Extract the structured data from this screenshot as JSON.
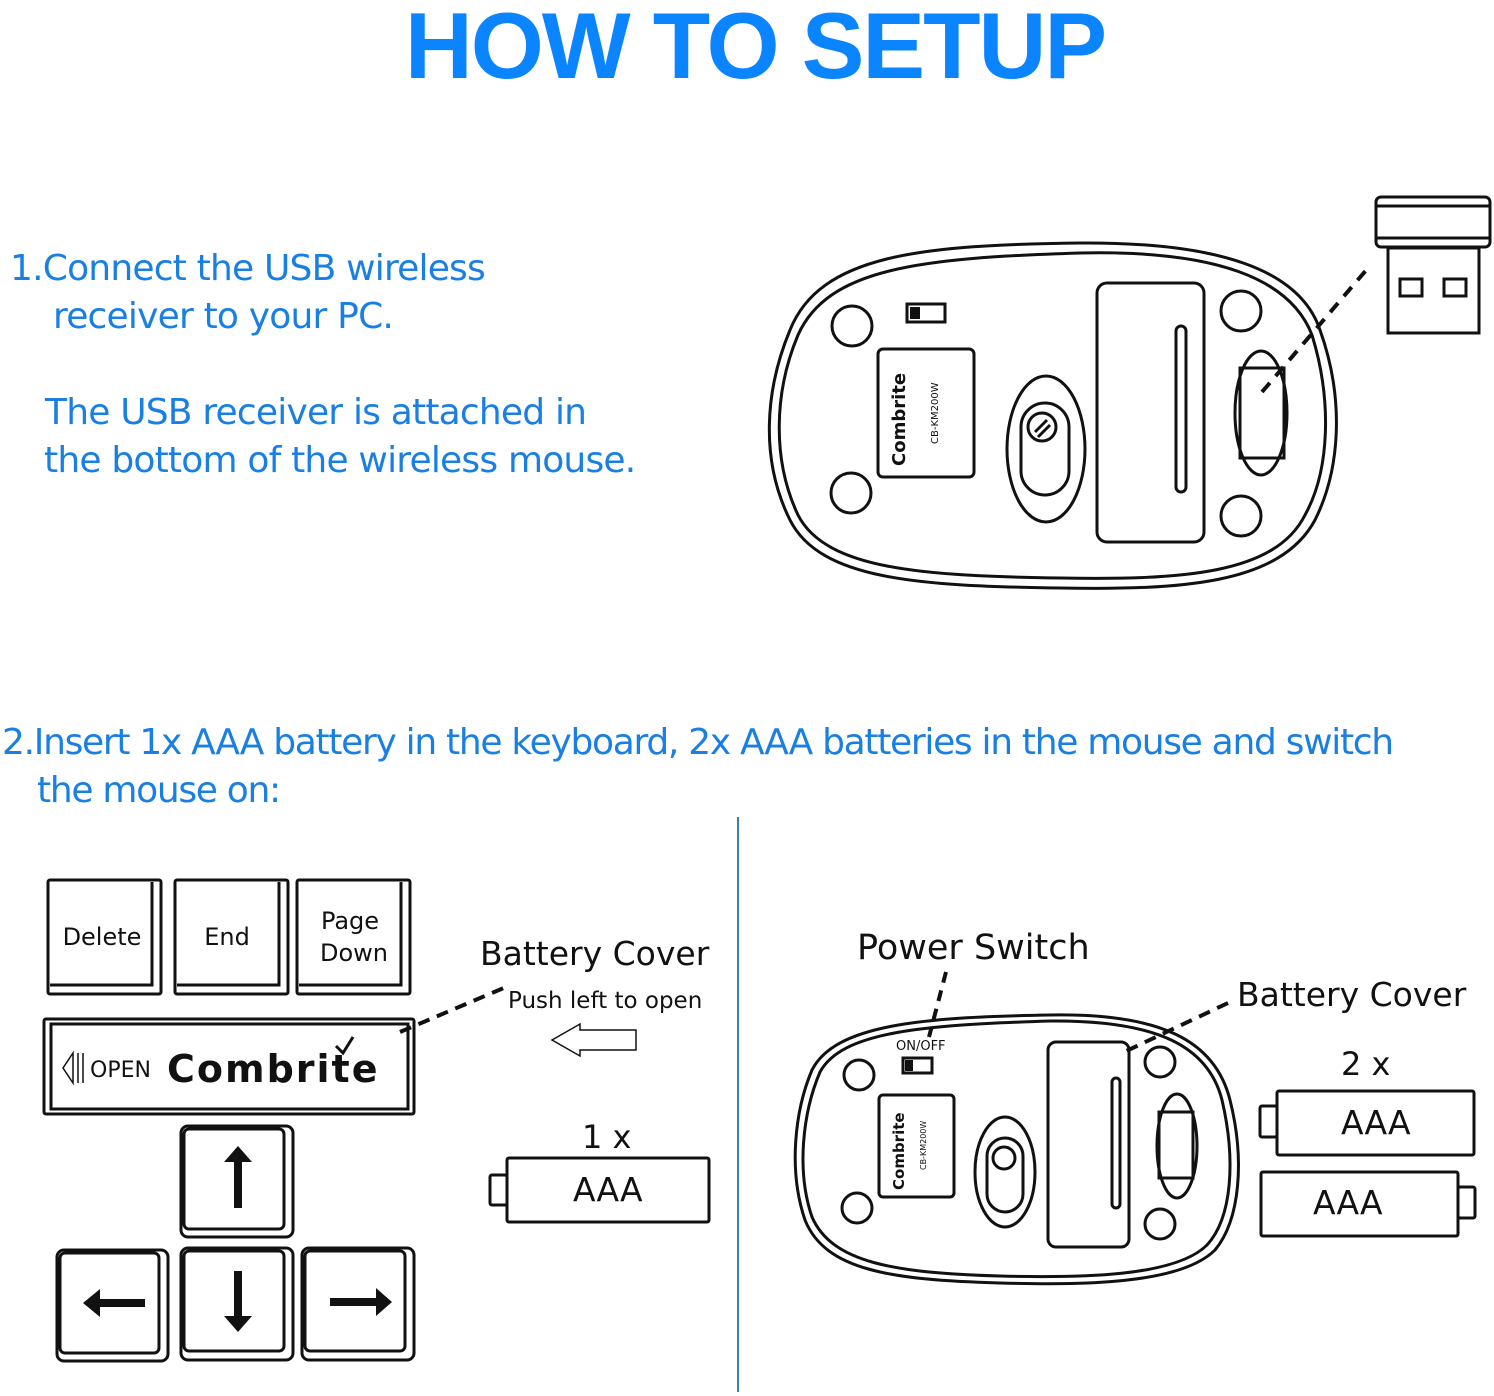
{
  "title": "HOW TO SETUP",
  "colors": {
    "accent": "#0a84ff",
    "text_blue": "#1a7fe3",
    "line": "#111111",
    "divider": "#3a7fb5"
  },
  "step1": {
    "line1": "1.Connect the USB wireless",
    "line2": "receiver to your PC.",
    "note_line1": "The USB receiver is attached in",
    "note_line2": "the bottom of the wireless mouse."
  },
  "mouse_label": {
    "brand": "Combrite",
    "model": "CB-KM200W"
  },
  "step2": {
    "line1": "2.Insert 1x AAA battery in the keyboard, 2x AAA batteries in the mouse and switch",
    "line2": "the mouse on:"
  },
  "keyboard": {
    "keys": [
      "Delete",
      "End",
      "Page",
      "Down"
    ],
    "cover_open": "OPEN",
    "cover_brand": "Combrite",
    "arrow_keys": [
      "up-arrow",
      "left-arrow",
      "down-arrow",
      "right-arrow"
    ]
  },
  "keyboard_callout": {
    "title": "Battery Cover",
    "hint": "Push left to open",
    "battery_count": "1 x",
    "battery_type": "AAA"
  },
  "mouse_callout": {
    "power_switch": "Power Switch",
    "on_off": "ON/OFF",
    "battery_cover": "Battery Cover",
    "battery_count": "2 x",
    "battery_type_1": "AAA",
    "battery_type_2": "AAA"
  }
}
